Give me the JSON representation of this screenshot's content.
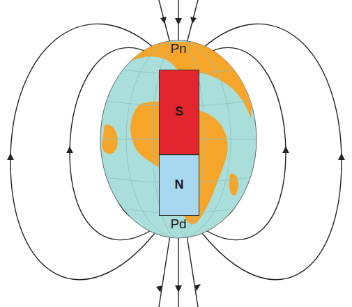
{
  "diagram": {
    "nodes": [
      {
        "text": [
          "S"
        ]
      },
      {
        "text": [
          "N"
        ]
      }
    ],
    "labels": [
      "Pn",
      "Pd"
    ]
  }
}
